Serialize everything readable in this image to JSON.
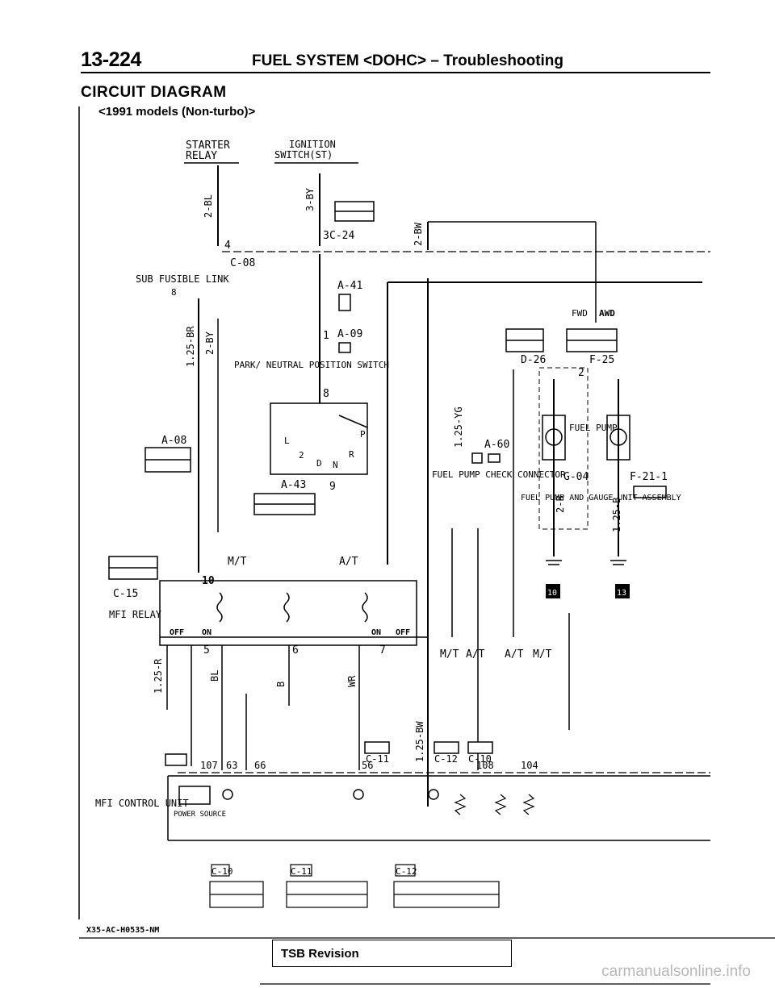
{
  "header": {
    "page_number": "13-224",
    "title": "FUEL SYSTEM <DOHC> – Troubleshooting"
  },
  "section": {
    "title": "CIRCUIT DIAGRAM",
    "subtitle": "<1991 models (Non-turbo)>"
  },
  "components": {
    "starter_relay": "STARTER RELAY",
    "ignition_switch": "IGNITION SWITCH(ST)",
    "sub_fusible_link": "SUB FUSIBLE LINK",
    "fusible_link_no": "8",
    "park_neutral_switch": "PARK/ NEUTRAL POSITION SWITCH",
    "fuel_pump_check_connector": "FUEL PUMP CHECK CONNECTOR",
    "fuel_pump": "FUEL PUMP",
    "fuel_pump_gauge_unit": "FUEL PUMP AND GAUGE UNIT ASSEMBLY",
    "mfi_relay": "MFI RELAY",
    "mfi_control_unit": "MFI CONTROL UNIT",
    "power_source": "POWER SOURCE",
    "fwd": "FWD",
    "awd": "AWD"
  },
  "connectors": [
    "C-24",
    "C-08",
    "A-41",
    "A-09",
    "D-26",
    "F-25",
    "A-60",
    "A-08",
    "A-43",
    "G-04",
    "F-21-1",
    "C-15",
    "C-11",
    "C-12",
    "C-10"
  ],
  "wires": [
    "2-BL",
    "3-BY",
    "2-BW",
    "1.25-BR",
    "2-BY",
    "1.25-YG",
    "2-B",
    "1.25-B",
    "1.25-R",
    "BL",
    "B",
    "WR",
    "1.25-BW"
  ],
  "terminals": [
    "4",
    "3",
    "1",
    "8",
    "9",
    "10",
    "2",
    "6",
    "5",
    "7",
    "107",
    "63",
    "66",
    "56",
    "108",
    "104"
  ],
  "ground_marks": [
    "10",
    "13"
  ],
  "transmission": {
    "mt": "M/T",
    "at": "A/T"
  },
  "relay_states": {
    "off": "OFF",
    "on": "ON"
  },
  "shift_positions": [
    "P",
    "R",
    "N",
    "D",
    "2",
    "L"
  ],
  "footer": {
    "code": "X35-AC-H0535-NM",
    "tsb": "TSB Revision",
    "watermark": "carmanualsonline.info"
  }
}
